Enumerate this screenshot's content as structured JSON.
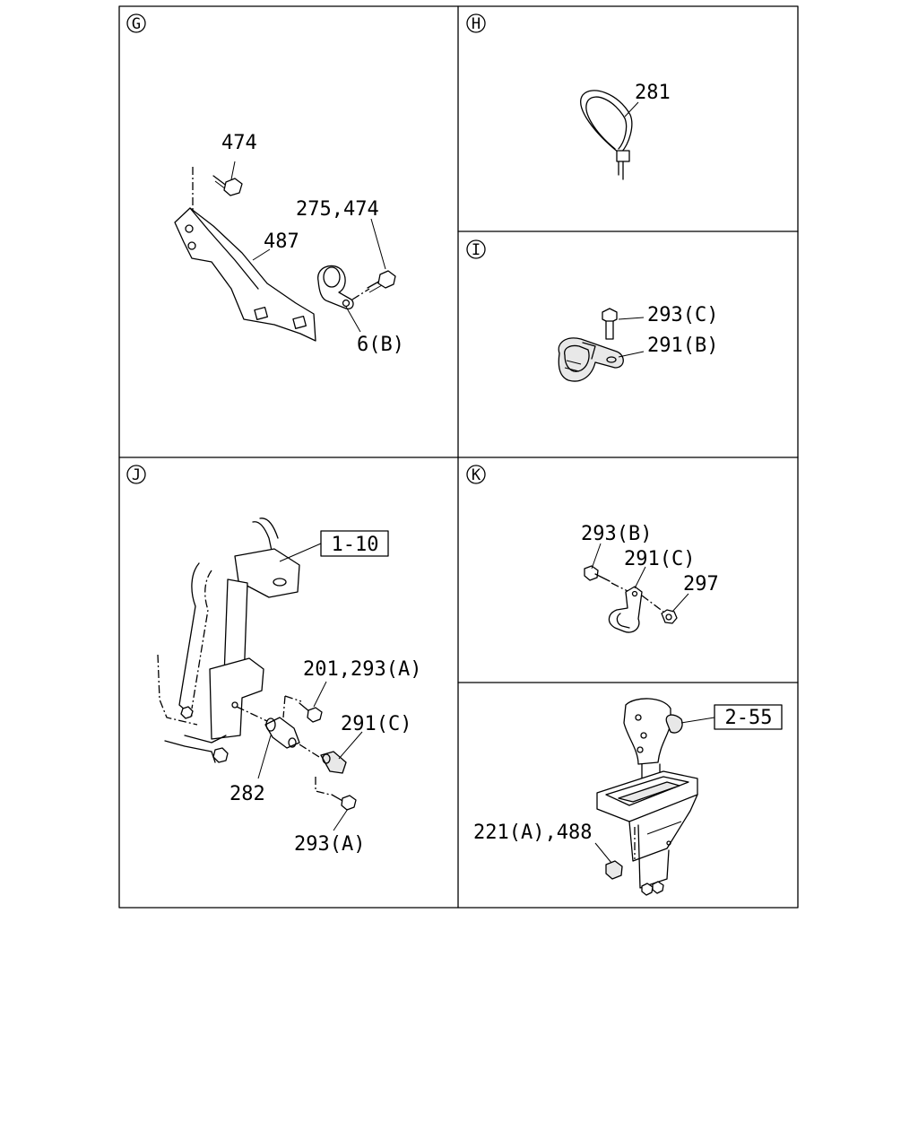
{
  "sections": {
    "G": {
      "letter": "G",
      "labels": {
        "p474": "474",
        "p275_474": "275,474",
        "p487": "487",
        "p6b": "6(B)"
      }
    },
    "H": {
      "letter": "H",
      "labels": {
        "p281": "281"
      }
    },
    "I": {
      "letter": "I",
      "labels": {
        "p293c": "293(C)",
        "p291b": "291(B)"
      }
    },
    "J": {
      "letter": "J",
      "labels": {
        "p201_293a": "201,293(A)",
        "p291c": "291(C)",
        "p282": "282",
        "p293a": "293(A)"
      },
      "ref_box": "1-10"
    },
    "K": {
      "letter": "K",
      "labels": {
        "p293b": "293(B)",
        "p291c": "291(C)",
        "p297": "297"
      }
    },
    "L": {
      "labels": {
        "p221a_488": "221(A),488"
      },
      "ref_box": "2-55"
    }
  }
}
